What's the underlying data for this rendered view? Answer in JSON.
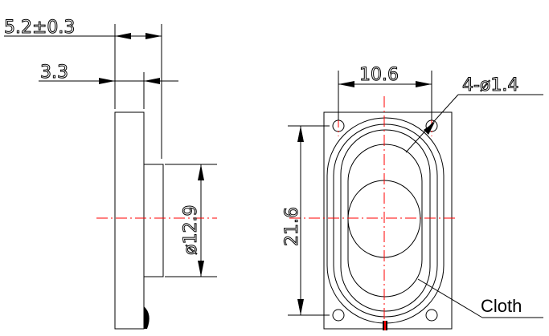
{
  "dimensions": {
    "total_thickness": "5.2±0.3",
    "frame_thickness": "3.3",
    "magnet_diameter": "ø12.9",
    "hole_spacing": "10.6",
    "holes": "4-ø1.4",
    "height": "21.6"
  },
  "labels": {
    "cloth": "Cloth"
  },
  "colors": {
    "outline": "#000000",
    "centerline": "#ff0000"
  }
}
